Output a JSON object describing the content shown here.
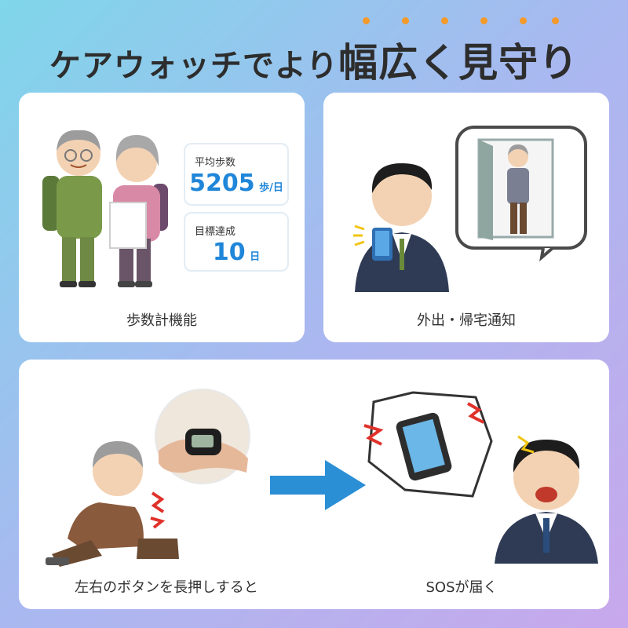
{
  "header": {
    "title_prefix": "ケアウォッチでより",
    "title_emphasis": "幅広く見守り",
    "accent_color": "#f39a2a"
  },
  "features": {
    "steps": {
      "caption": "歩数計機能",
      "average_label": "平均歩数",
      "average_value": "5205",
      "average_unit": "歩/日",
      "goal_label": "目標達成",
      "goal_value": "10",
      "goal_unit": "日",
      "value_color": "#1f86d9"
    },
    "outing": {
      "caption": "外出・帰宅通知"
    },
    "sos": {
      "step1_caption": "左右のボタンを長押しすると",
      "step2_caption": "SOSが届く",
      "arrow_color": "#2b8fd6"
    }
  },
  "icons": [
    "elderly-couple-illustration",
    "smartphone-man-illustration",
    "door-return-illustration",
    "fallen-elderly-illustration",
    "smartwatch-hand-photo",
    "right-arrow-icon",
    "ringing-phone-illustration",
    "surprised-man-illustration"
  ]
}
